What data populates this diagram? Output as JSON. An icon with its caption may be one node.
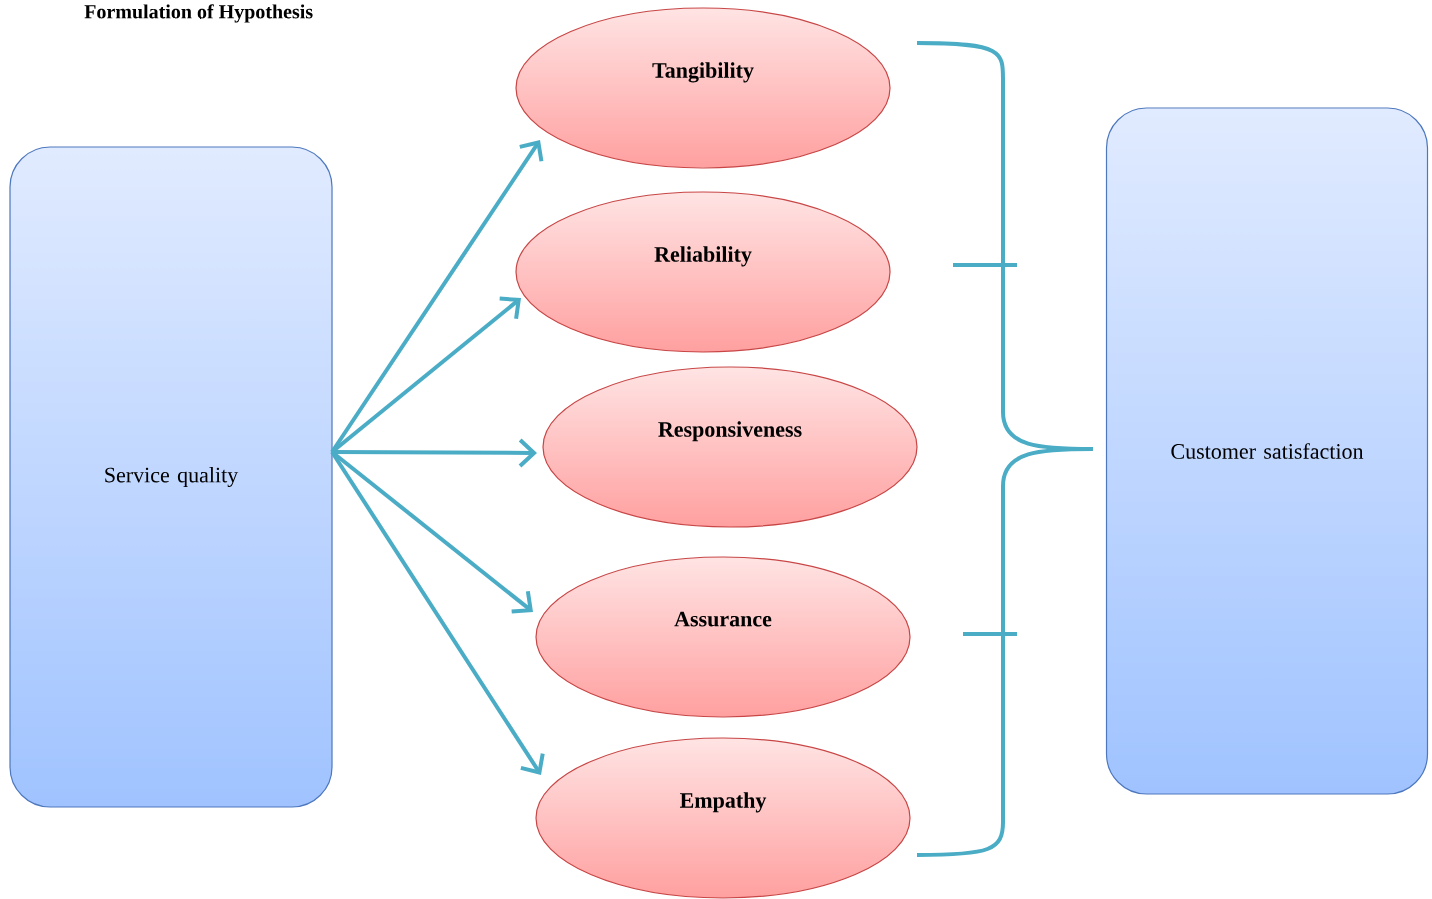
{
  "diagram": {
    "title": "Formulation of Hypothesis",
    "nodes": [
      {
        "text": [
          "Service quality"
        ]
      },
      {
        "text": [
          "Tangibility"
        ]
      },
      {
        "text": [
          "Reliability"
        ]
      },
      {
        "text": [
          "Responsiveness"
        ]
      },
      {
        "text": [
          "Assurance"
        ]
      },
      {
        "text": [
          "Empathy"
        ]
      },
      {
        "text": [
          "Customer satisfaction"
        ]
      }
    ],
    "edges": [
      {
        "from": 0,
        "to": 1,
        "arrow": "to"
      },
      {
        "from": 0,
        "to": 2,
        "arrow": "to"
      },
      {
        "from": 0,
        "to": 3,
        "arrow": "to"
      },
      {
        "from": 0,
        "to": 4,
        "arrow": "to"
      },
      {
        "from": 0,
        "to": 5,
        "arrow": "to"
      }
    ]
  }
}
